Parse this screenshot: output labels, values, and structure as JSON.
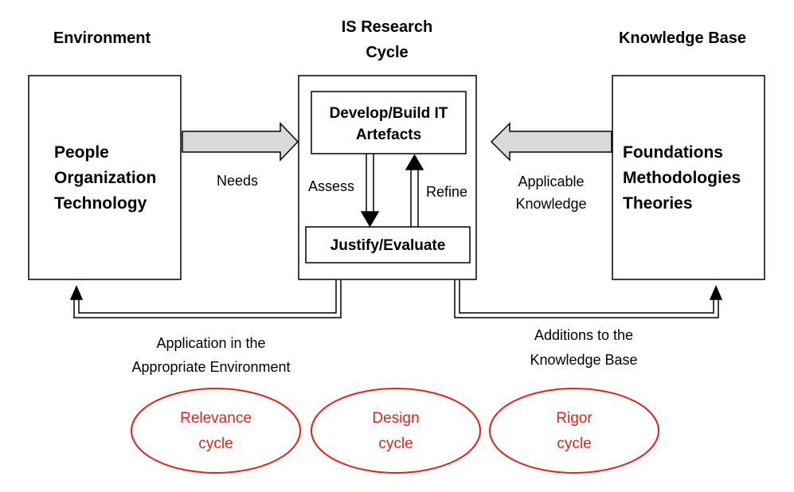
{
  "headings": {
    "environment": "Environment",
    "is_research_line1": "IS Research",
    "is_research_line2": "Cycle",
    "knowledge_base": "Knowledge Base"
  },
  "environment_box": {
    "line1": "People",
    "line2": "Organization",
    "line3": "Technology"
  },
  "knowledge_box": {
    "line1": "Foundations",
    "line2": "Methodologies",
    "line3": "Theories"
  },
  "research_box": {
    "develop_line1": "Develop/Build IT",
    "develop_line2": "Artefacts",
    "justify": "Justify/Evaluate",
    "assess": "Assess",
    "refine": "Refine"
  },
  "arrow_labels": {
    "needs": "Needs",
    "applicable_line1": "Applicable",
    "applicable_line2": "Knowledge",
    "application_line1": "Application in the",
    "application_line2": "Appropriate Environment",
    "additions_line1": "Additions to the",
    "additions_line2": "Knowledge Base"
  },
  "cycles": {
    "relevance_line1": "Relevance",
    "relevance_line2": "cycle",
    "design_line1": "Design",
    "design_line2": "cycle",
    "rigor_line1": "Rigor",
    "rigor_line2": "cycle"
  },
  "colors": {
    "cycle_red": "#e2231a",
    "arrow_fill": "#d9d9d9",
    "stroke": "#000000"
  }
}
